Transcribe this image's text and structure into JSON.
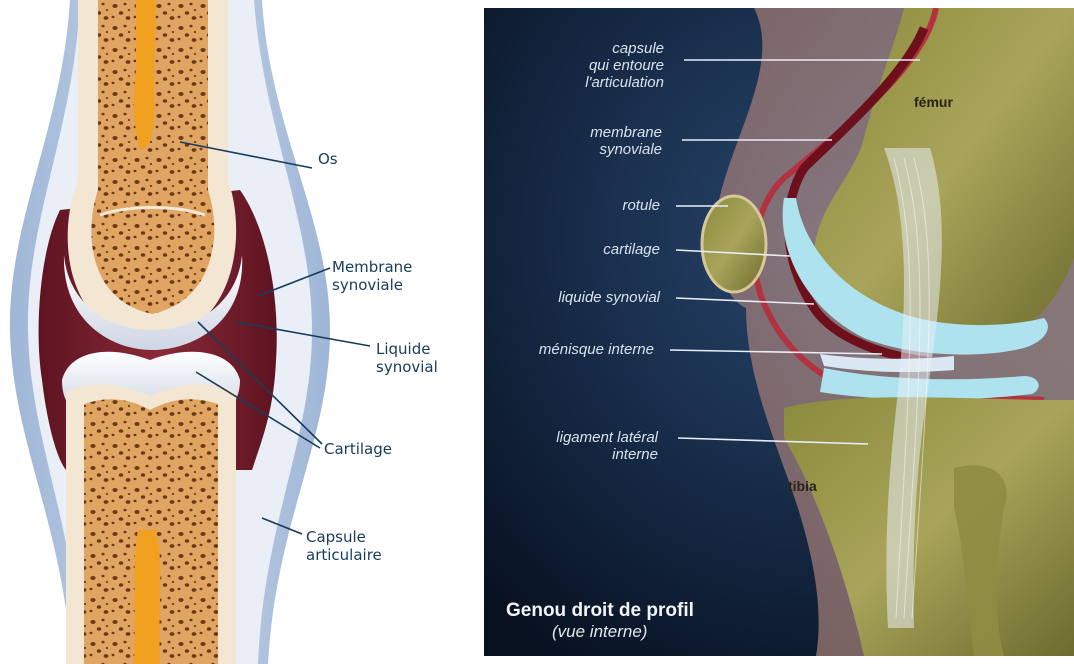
{
  "left_diagram": {
    "labels": {
      "os": "Os",
      "membrane": [
        "Membrane",
        "synoviale"
      ],
      "liquide": [
        "Liquide",
        "synovial"
      ],
      "cartilage": "Cartilage",
      "capsule": [
        "Capsule",
        "articulaire"
      ]
    }
  },
  "right_diagram": {
    "labels": {
      "capsule": [
        "capsule",
        "qui entoure",
        "l'articulation"
      ],
      "membrane": [
        "membrane",
        "synoviale"
      ],
      "rotule": "rotule",
      "cartilage": "cartilage",
      "liquide": "liquide synovial",
      "menisque": "ménisque interne",
      "ligament": [
        "ligament latéral",
        "interne"
      ]
    },
    "bones": {
      "femur": "fémur",
      "tibia": "tibia"
    },
    "title": "Genou droit de profil",
    "subtitle": "(vue interne)"
  },
  "colors": {
    "label_text_left": "#163d5c",
    "synovial_fluid": "#7a1f2c",
    "bone_marrow": "#f2a020",
    "background_right": "#0c1a2e"
  }
}
